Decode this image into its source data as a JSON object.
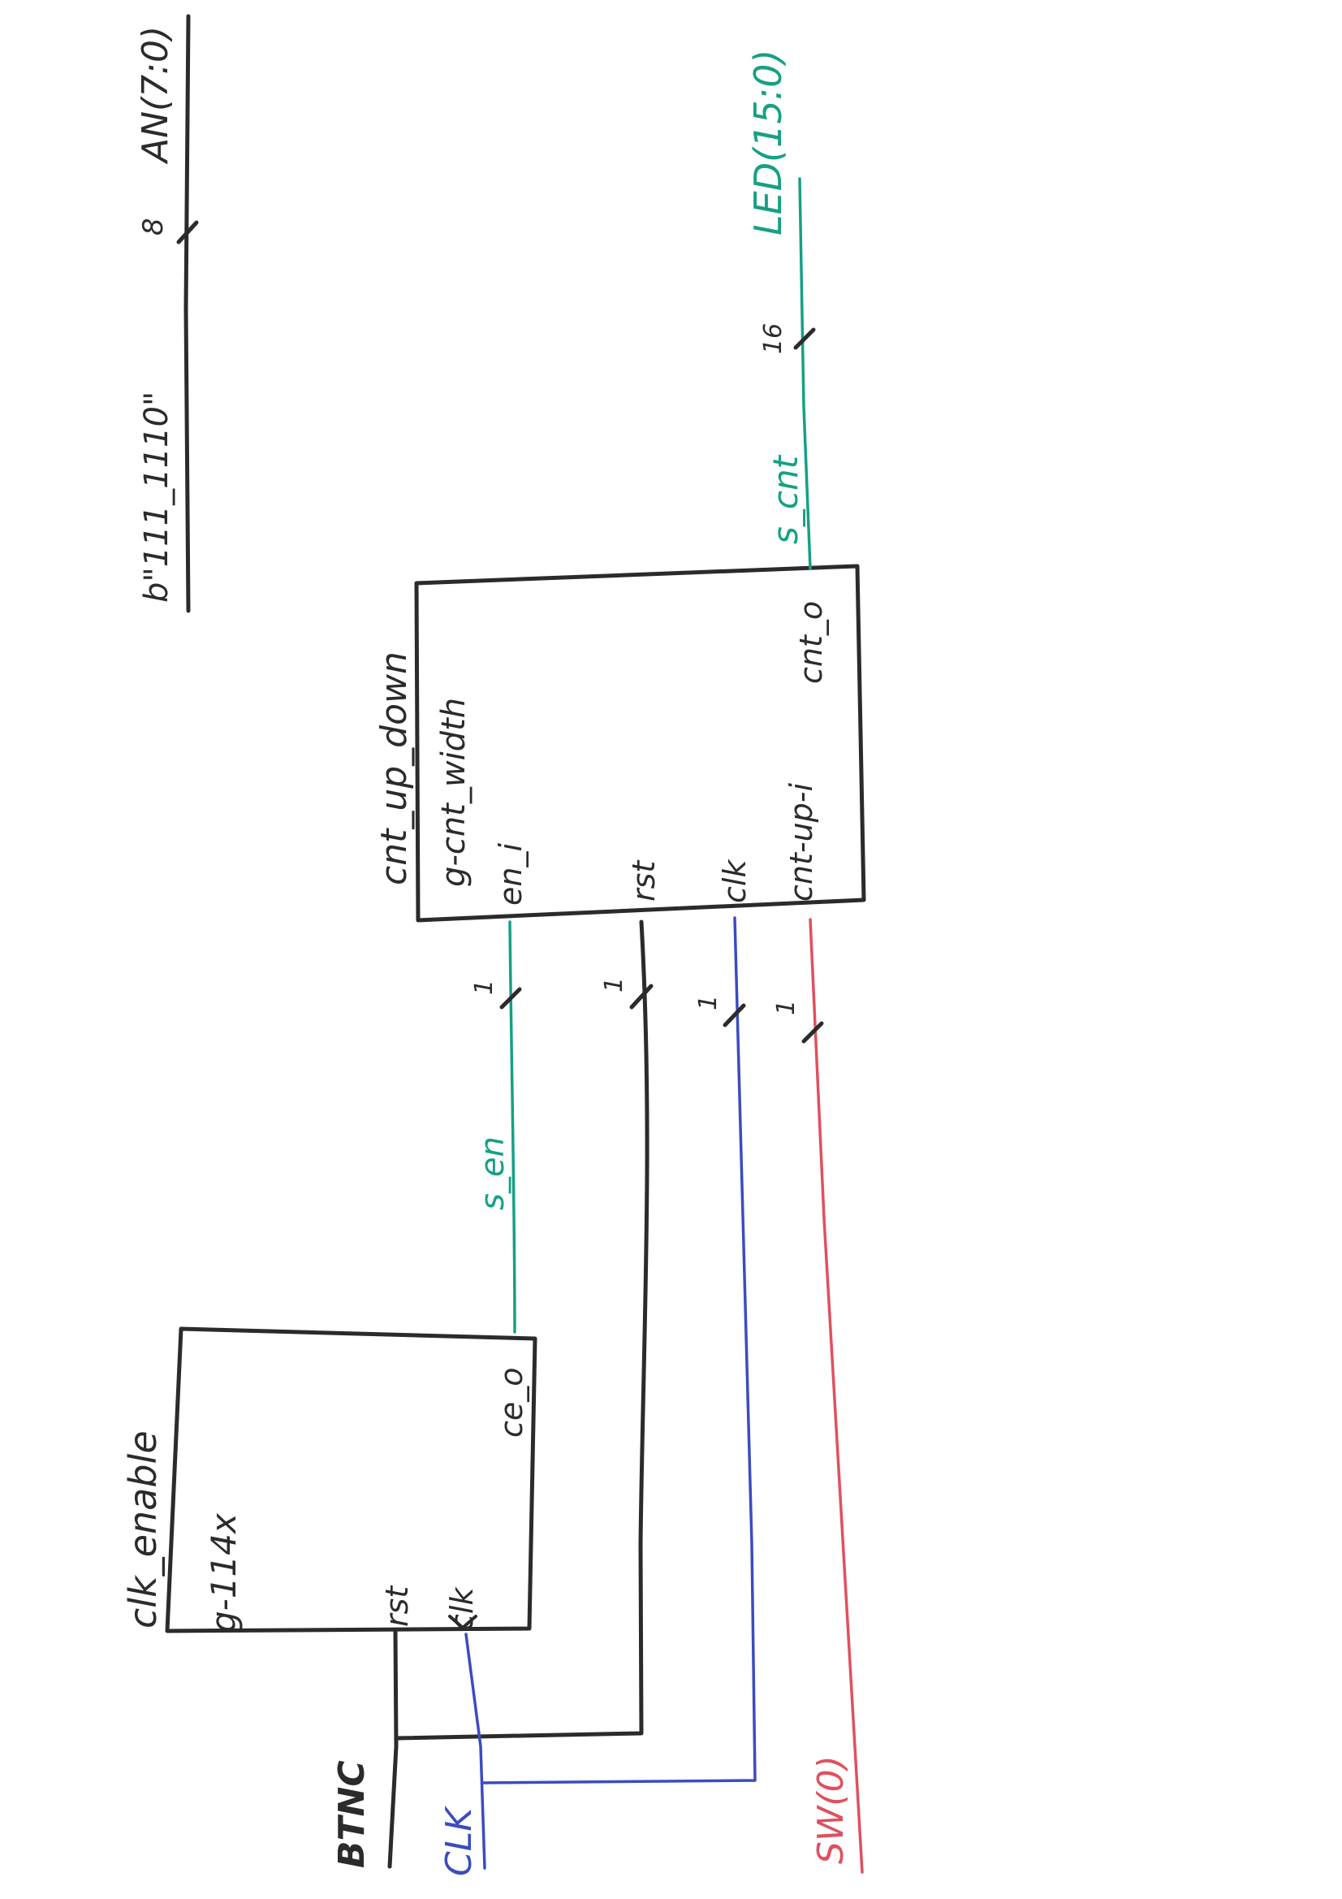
{
  "colors": {
    "ink": "#2b2b2b",
    "clock_net": "#3b4cc0",
    "signal_net": "#16a085",
    "switch_net": "#e0505e"
  },
  "blocks": {
    "clk_enable": {
      "name": "clk_enable",
      "generic": "g-114x",
      "ports": {
        "rst": "rst",
        "clk": "clk",
        "ce_o": "ce_o"
      }
    },
    "cnt_up_down": {
      "name": "cnt_up_down",
      "generic": "g-cnt_width",
      "ports": {
        "en_i": "en_i",
        "rst": "rst",
        "clk": "clk",
        "cnt_up_i": "cnt-up-i",
        "cnt_o": "cnt_o"
      }
    }
  },
  "signals": {
    "s_en": "s_en",
    "s_cnt": "s_cnt"
  },
  "inputs": {
    "btnc": "BTNC",
    "clk": "CLK",
    "sw0": "SW(0)"
  },
  "outputs": {
    "led": "LED(15:0)",
    "an": "AN(7:0)",
    "an_const": "b\"111_1110\""
  },
  "bus_widths": {
    "en": "1",
    "rst": "1",
    "clk": "1",
    "sw": "1",
    "led": "16",
    "an": "8"
  }
}
